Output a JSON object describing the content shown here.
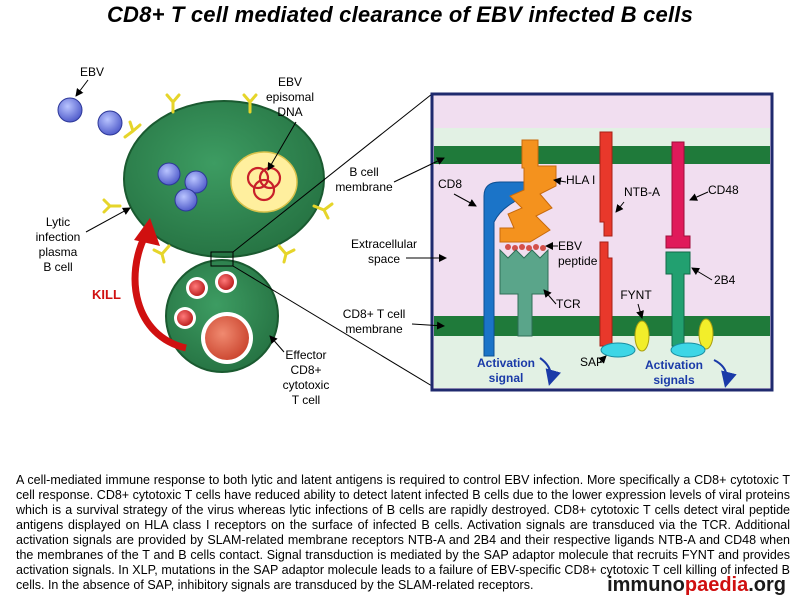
{
  "title": "CD8+ T cell mediated clearance of EBV infected B cells",
  "labels": {
    "ebv": "EBV",
    "episomal_1": "EBV",
    "episomal_2": "episomal",
    "episomal_3": "DNA",
    "lytic_1": "Lytic",
    "lytic_2": "infection",
    "lytic_3": "plasma",
    "lytic_4": "B cell",
    "kill": "KILL",
    "effector_1": "Effector",
    "effector_2": "CD8+",
    "effector_3": "cytotoxic",
    "effector_4": "T cell",
    "bmem_1": "B cell",
    "bmem_2": "membrane",
    "extra_1": "Extracellular",
    "extra_2": "space",
    "tmem_1": "CD8+ T cell",
    "tmem_2": "membrane",
    "cd8": "CD8",
    "hla": "HLA I",
    "ebv_peptide_1": "EBV",
    "ebv_peptide_2": "peptide",
    "tcr": "TCR",
    "ntba": "NTB-A",
    "cd48": "CD48",
    "fynt": "FYNT",
    "b2b4": "2B4",
    "sap": "SAP",
    "act1_1": "Activation",
    "act1_2": "signal",
    "act2_1": "Activation",
    "act2_2": "signals"
  },
  "caption": "A cell-mediated immune response to both lytic and latent antigens is required to control EBV infection. More specifically a CD8+ cytotoxic T cell response. CD8+ cytotoxic T cells have reduced ability to detect latent infected B cells due to the lower expression levels of viral proteins which is a survival strategy of the virus whereas lytic infections of B cells are rapidly destroyed. CD8+ cytotoxic T cells detect viral peptide antigens displayed on HLA class I receptors on the surface of infected B cells. Activation signals are transduced via the TCR. Additional activation signals are provided by SLAM-related membrane receptors NTB-A and 2B4 and their respective ligands NTB-A and CD48 when the membranes of the T and B cells contact. Signal transduction is mediated by the SAP adaptor molecule that recruits FYNT and provides activation signals. In XLP, mutations in the SAP adaptor molecule leads to a failure of EBV-specific CD8+ cytotoxic T cell killing of infected B cells. In the absence of SAP, inhibitory signals are transduced by the SLAM-related receptors.",
  "brand": {
    "part1": "immuno",
    "part2": "paedia",
    "part3": ".org"
  },
  "colors": {
    "cell_green": "#2f8a52",
    "membrane_green": "#1f7a3a",
    "inset_bg": "#f1def0",
    "inset_border": "#1f2a6e",
    "kill_red": "#d01010",
    "cd8_blue": "#1b74c8",
    "hla_orange": "#f4921e",
    "tcr_green": "#5aa58a",
    "ntba_red": "#e8382b",
    "cd48_pink": "#e01a5a",
    "b2b4_green": "#22a070",
    "sap_cyan": "#3dd6e6",
    "fynt_yellow": "#f2ee2a"
  }
}
